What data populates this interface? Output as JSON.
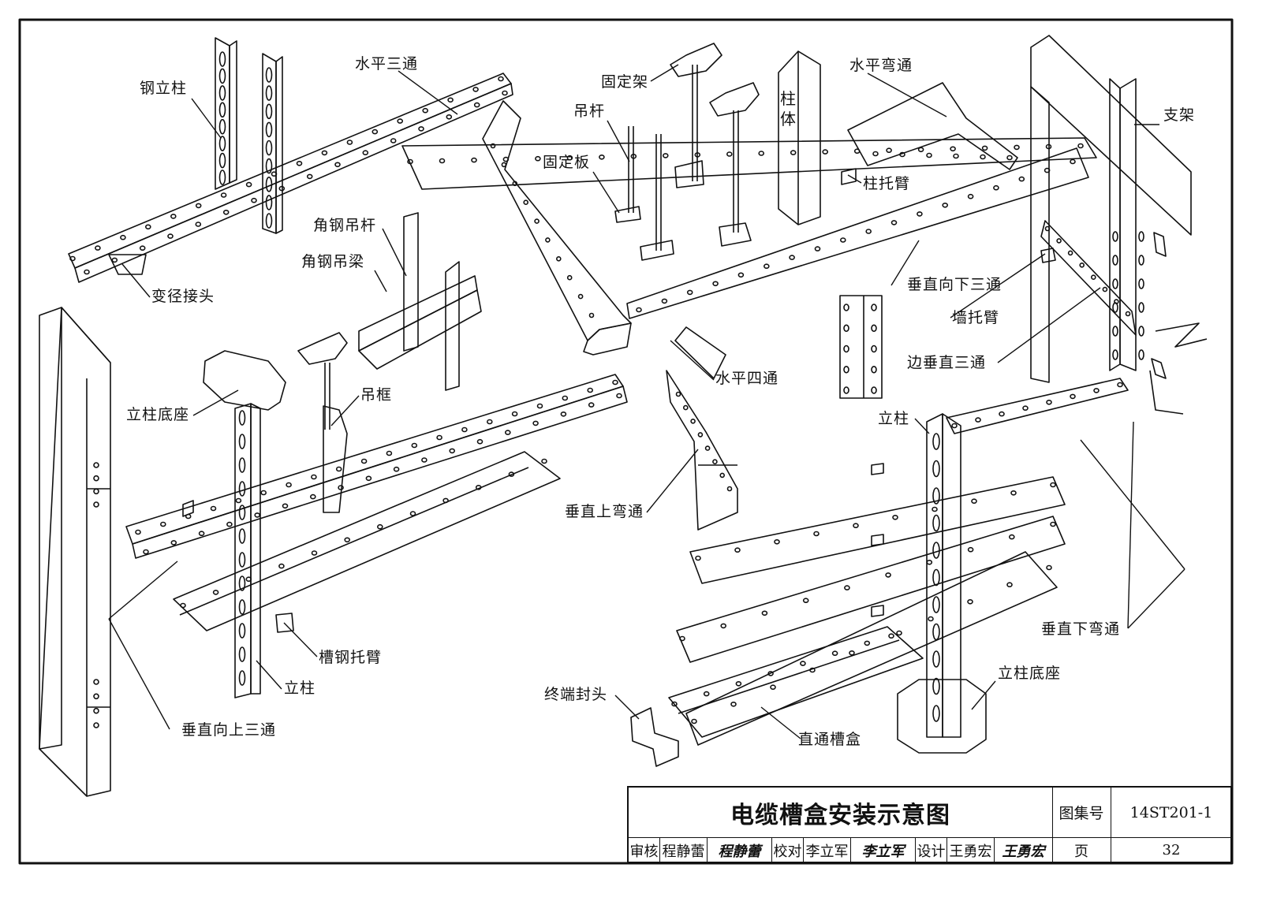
{
  "labels": {
    "steel_column": "钢立柱",
    "horizontal_tee": "水平三通",
    "fixing_frame": "固定架",
    "hanger_rod": "吊杆",
    "fixing_plate": "固定板",
    "column_body": "柱体",
    "horizontal_elbow": "水平弯通",
    "support": "支架",
    "column_bracket": "柱托臂",
    "angle_hanger_rod": "角钢吊杆",
    "angle_hanger_beam": "角钢吊梁",
    "reducer": "变径接头",
    "vertical_down_tee": "垂直向下三通",
    "wall_bracket": "墙托臂",
    "side_vertical_tee": "边垂直三通",
    "horizontal_cross": "水平四通",
    "column_base_left": "立柱底座",
    "hanging_frame": "吊框",
    "column_right": "立柱",
    "vertical_up_elbow": "垂直上弯通",
    "vertical_down_elbow": "垂直下弯通",
    "channel_bracket": "槽钢托臂",
    "column_left": "立柱",
    "column_base_right": "立柱底座",
    "end_cap": "终端封头",
    "straight_tray": "直通槽盒",
    "vertical_up_tee": "垂直向上三通"
  },
  "title_block": {
    "title": "电缆槽盒安装示意图",
    "atlas_no_label": "图集号",
    "atlas_no": "14ST201-1",
    "reviewer_label": "审核",
    "reviewer": "程静蕾",
    "reviewer_signature": "程静蕾",
    "checker_label": "校对",
    "checker": "李立军",
    "checker_signature": "李立军",
    "designer_label": "设计",
    "designer": "王勇宏",
    "designer_signature": "王勇宏",
    "page_label": "页",
    "page": "32"
  }
}
